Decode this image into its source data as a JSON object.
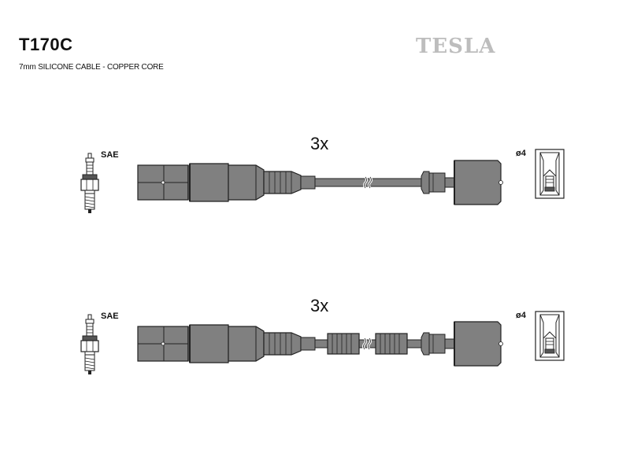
{
  "header": {
    "title": "T170C",
    "subtitle": "7mm SILICONE CABLE - COPPER CORE",
    "brand": "TESLA"
  },
  "rows": [
    {
      "quantity": "3x",
      "plug_label": "SAE",
      "terminal_label": "ø4"
    },
    {
      "quantity": "3x",
      "plug_label": "SAE",
      "terminal_label": "ø4"
    }
  ],
  "colors": {
    "fill": "#808080",
    "stroke": "#222222",
    "brand": "#bdbdbd"
  }
}
